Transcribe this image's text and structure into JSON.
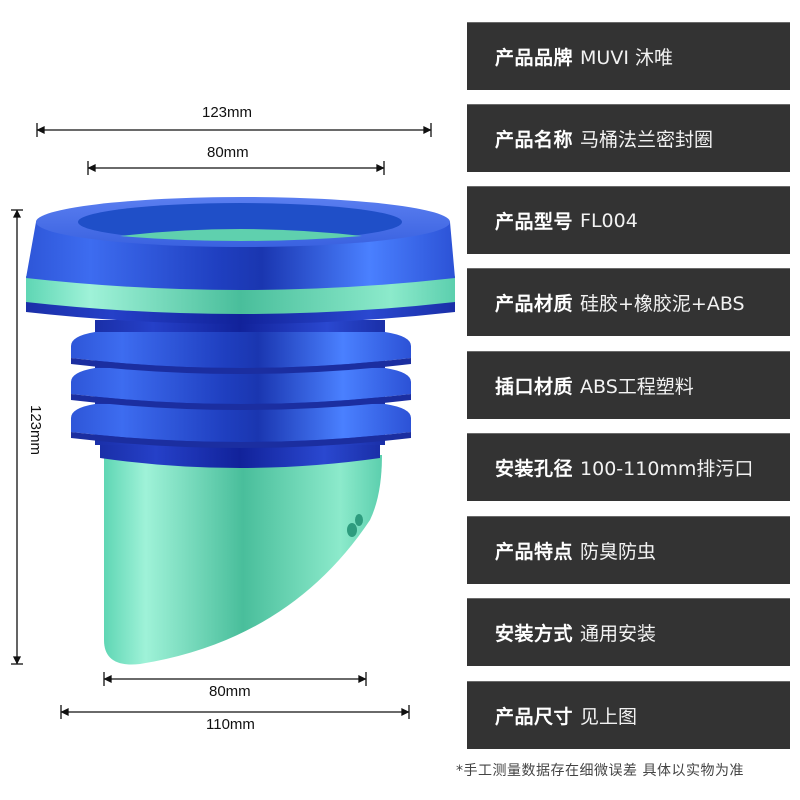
{
  "product_image": {
    "description": "toilet-flange-seal",
    "colors": {
      "blue": "#2f5fe0",
      "blue_dark": "#1a2fb0",
      "mint": "#6ee0bf",
      "mint_dark": "#3fb896"
    }
  },
  "dimensions": {
    "top_outer": "123mm",
    "top_inner": "80mm",
    "height": "123mm",
    "bottom_inner": "80mm",
    "bottom_outer": "110mm"
  },
  "specs": [
    {
      "label": "产品品牌",
      "value": "MUVI 沐唯"
    },
    {
      "label": "产品名称",
      "value": "马桶法兰密封圈"
    },
    {
      "label": "产品型号",
      "value": "FL004"
    },
    {
      "label": "产品材质",
      "value": "硅胶+橡胶泥+ABS"
    },
    {
      "label": "插口材质",
      "value": "ABS工程塑料"
    },
    {
      "label": "安装孔径",
      "value": "100-110mm排污口"
    },
    {
      "label": "产品特点",
      "value": "防臭防虫"
    },
    {
      "label": "安装方式",
      "value": "通用安装"
    },
    {
      "label": "产品尺寸",
      "value": "见上图"
    }
  ],
  "footnote": "*手工测量数据存在细微误差 具体以实物为准",
  "theme": {
    "box_bg": "#333333",
    "box_text": "#ffffff"
  }
}
